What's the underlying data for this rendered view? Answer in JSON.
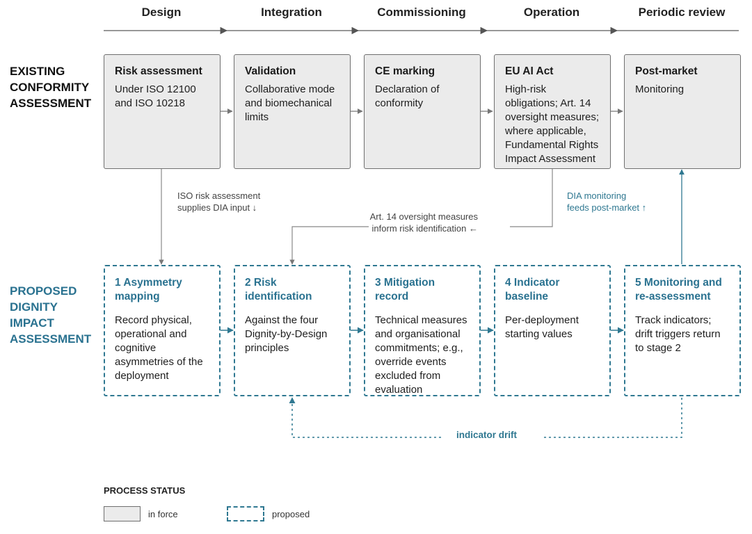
{
  "phases": [
    "Design",
    "Integration",
    "Commissioning",
    "Operation",
    "Periodic review"
  ],
  "rows": {
    "existing": [
      "EXISTING",
      "CONFORMITY",
      "ASSESSMENT"
    ],
    "proposed": [
      "PROPOSED",
      "DIGNITY",
      "IMPACT",
      "ASSESSMENT"
    ]
  },
  "existing_boxes": [
    {
      "title": "Risk assessment",
      "body": [
        "Under ISO 12100",
        "and ISO 10218"
      ]
    },
    {
      "title": "Validation",
      "body": [
        "Collaborative mode",
        "and biomechanical",
        "limits"
      ]
    },
    {
      "title": "CE marking",
      "body": [
        "Declaration of",
        "conformity"
      ]
    },
    {
      "title": "EU AI Act",
      "body": [
        "High-risk",
        "obligations; Art. 14",
        "oversight measures;",
        "where applicable,",
        "Fundamental Rights",
        "Impact Assessment"
      ]
    },
    {
      "title": "Post-market",
      "body": [
        "Monitoring"
      ]
    }
  ],
  "proposed_boxes": [
    {
      "title": [
        "1 Asymmetry",
        "mapping"
      ],
      "body": [
        "Record physical,",
        "operational and",
        "cognitive",
        "asymmetries of the",
        "deployment"
      ]
    },
    {
      "title": [
        "2 Risk",
        "identification"
      ],
      "body": [
        "Against the four",
        "Dignity-by-Design",
        "principles"
      ]
    },
    {
      "title": [
        "3 Mitigation",
        "record"
      ],
      "body": [
        "Technical measures",
        "and organisational",
        "commitments; e.g.,",
        "override events",
        "excluded from",
        "evaluation"
      ]
    },
    {
      "title": [
        "4 Indicator",
        "baseline"
      ],
      "body": [
        "Per-deployment",
        "starting values"
      ]
    },
    {
      "title": [
        "5 Monitoring and",
        "re-assessment"
      ],
      "body": [
        "Track indicators;",
        "drift triggers return",
        "to stage 2"
      ]
    }
  ],
  "notes": {
    "iso": [
      "ISO risk assessment",
      "supplies DIA input ↓"
    ],
    "art14": [
      "Art. 14 oversight measures",
      "inform risk identification ←"
    ],
    "dia": [
      "DIA monitoring",
      "feeds post-market ↑"
    ],
    "drift": "indicator drift"
  },
  "legend": {
    "title": "PROCESS STATUS",
    "in_force": "in force",
    "proposed": "proposed"
  },
  "colors": {
    "accent": "#2f7891",
    "in_force_fill": "#ebebeb",
    "in_force_border": "#6f6f6f",
    "connector_grey": "#7a7a7a"
  }
}
